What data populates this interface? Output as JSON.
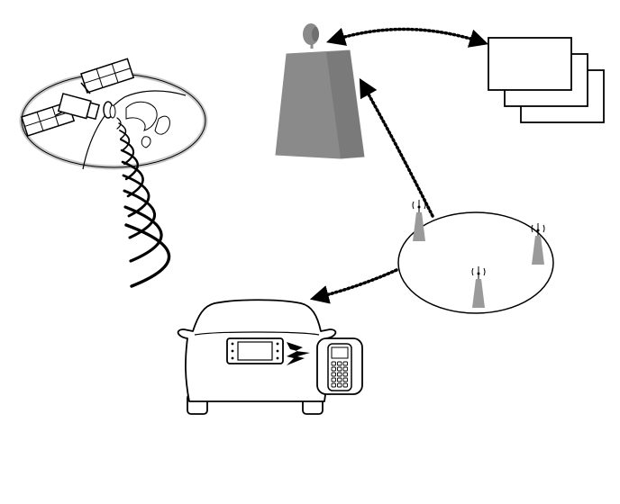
{
  "diagram": {
    "type": "telematics-system-illustration",
    "colors": {
      "stroke": "#000000",
      "tower_fill": "#8a8a8a",
      "earth_ring": "#c8c8c8",
      "antenna_fill": "#9a9a9a",
      "background": "#ffffff"
    },
    "icons": [
      "satellite-icon",
      "earth-icon",
      "gps-signal-waves-icon",
      "broadcast-tower-icon",
      "server-documents-icon",
      "cellular-network-icon",
      "cell-antenna-icon",
      "car-icon",
      "navigation-unit-icon",
      "mobile-phone-icon",
      "bluetooth-link-icon"
    ],
    "links": [
      {
        "from": "server-documents",
        "to": "broadcast-tower",
        "style": "dotted-bidirectional"
      },
      {
        "from": "cellular-network",
        "to": "broadcast-tower",
        "style": "dotted-arrow"
      },
      {
        "from": "cellular-network",
        "to": "car",
        "style": "dotted-arrow"
      },
      {
        "from": "car-navigation",
        "to": "mobile-phone",
        "style": "lightning"
      }
    ]
  }
}
